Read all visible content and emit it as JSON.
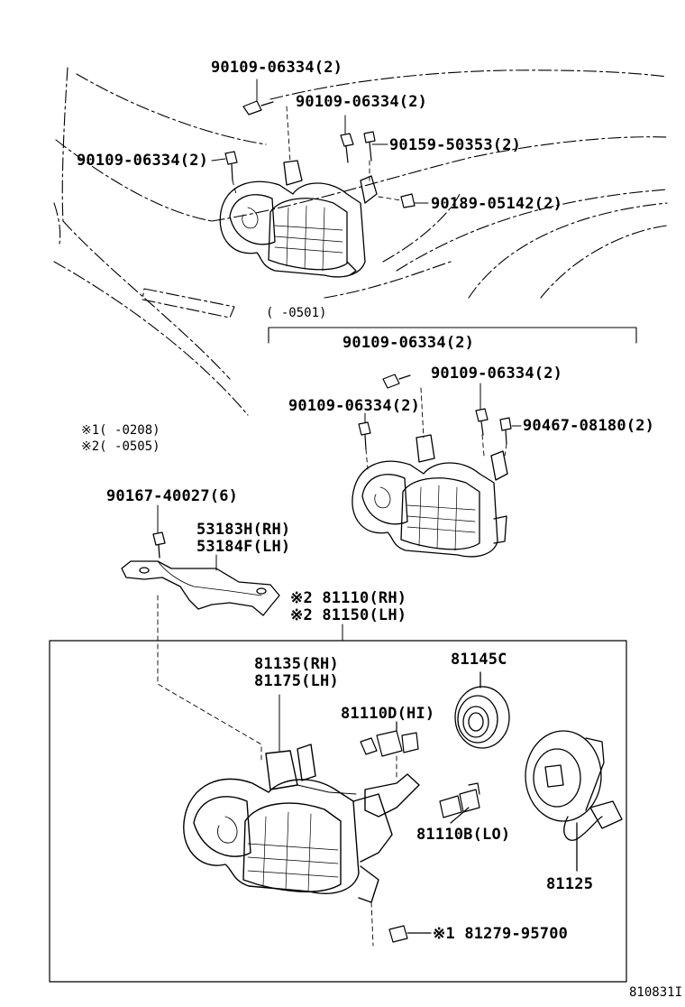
{
  "labels": {
    "top_left_bolt": "90109-06334(2)",
    "top_mid_bolt": "90109-06334(2)",
    "top_side_bolt": "90109-06334(2)",
    "top_screw": "90159-50353(2)",
    "top_clip": "90189-05142(2)",
    "variant_range": "(      -0501)",
    "v_bolt_a": "90109-06334(2)",
    "v_bolt_b": "90109-06334(2)",
    "v_bolt_c": "90109-06334(2)",
    "v_screw": "90467-08180(2)",
    "note1": "※1(      -0208)",
    "note2": "※2(      -0505)",
    "bracket_bolt": "90167-40027(6)",
    "bracket_rh": "53183H(RH)",
    "bracket_lh": "53184F(LH)",
    "assy_rh": "※2 81110(RH)",
    "assy_lh": "※2 81150(LH)",
    "unit_rh": "81135(RH)",
    "unit_lh": "81175(LH)",
    "cap": "81145C",
    "bulb_hi": "81110D(HI)",
    "bulb_lo": "81110B(LO)",
    "socket": "81125",
    "adjuster": "※1 81279-95700",
    "figure_code": "810831I"
  }
}
